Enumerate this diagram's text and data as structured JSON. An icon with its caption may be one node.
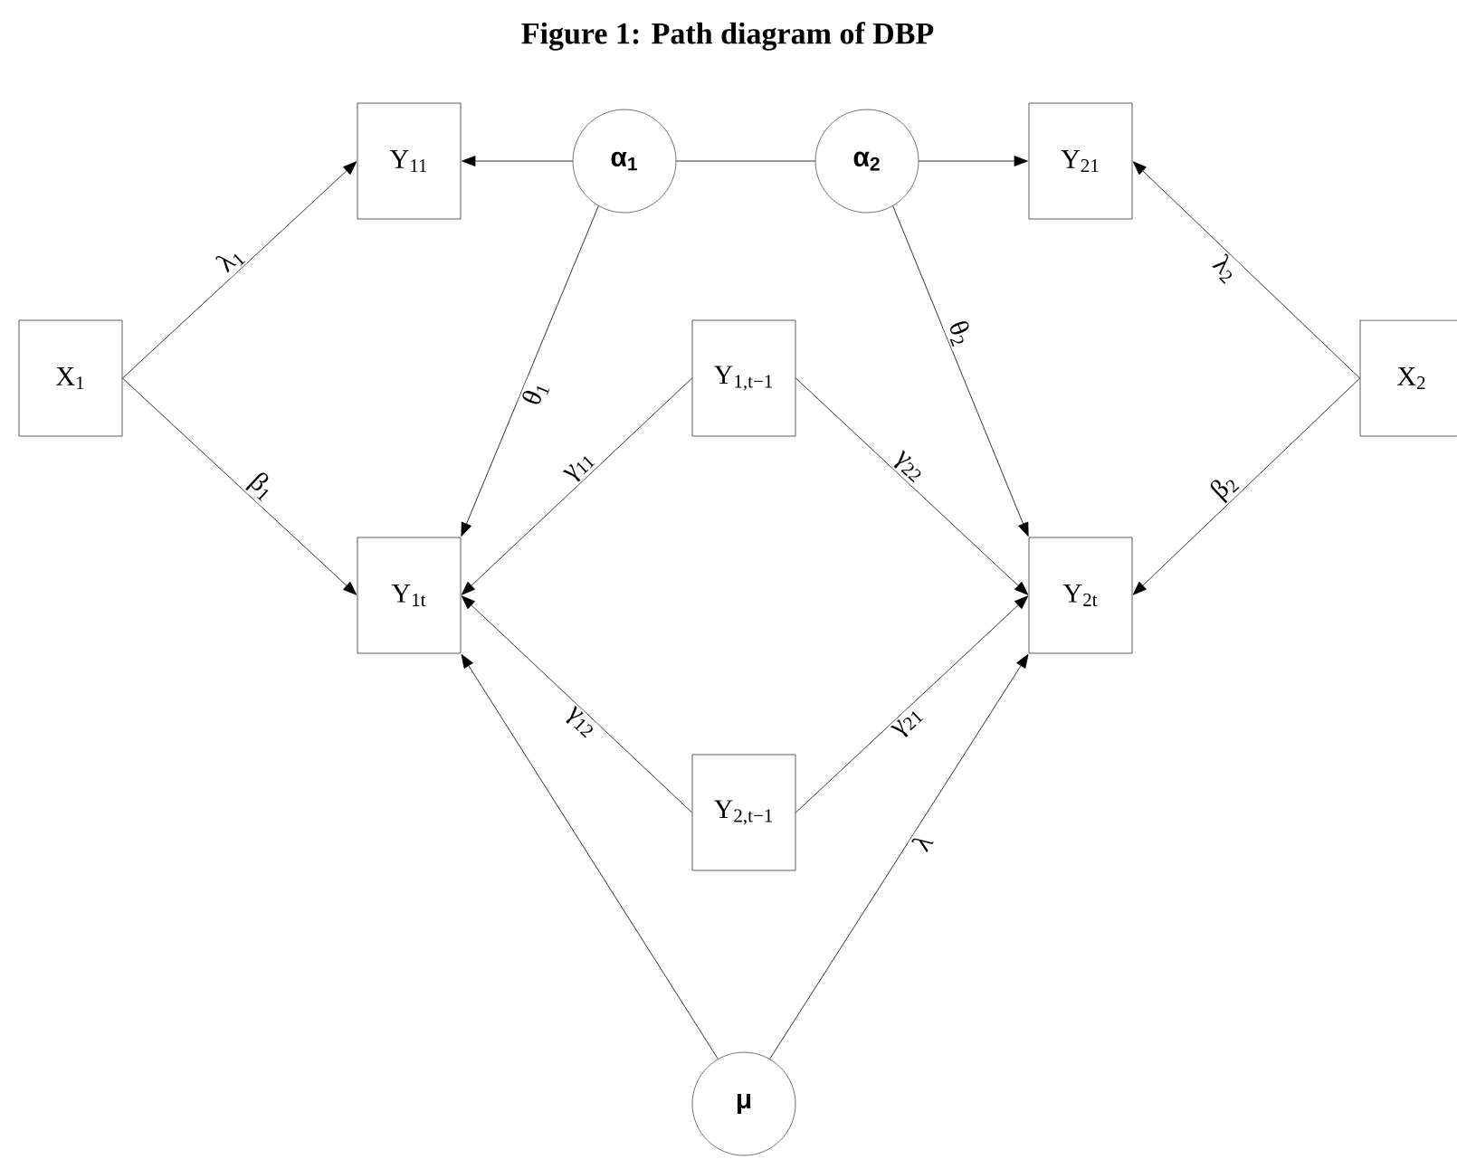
{
  "diagram": {
    "title": "Figure 1: Path diagram of DBP",
    "nodes": [
      {
        "text": [
          "Y$_{11}$"
        ]
      },
      {
        "text": [
          "α$_{1}$"
        ]
      },
      {
        "text": [
          "α$_{2}$"
        ]
      },
      {
        "text": [
          "Y$_{21}$"
        ]
      },
      {
        "text": [
          "X$_{1}$"
        ]
      },
      {
        "text": [
          "Y$_{1,t−1}$"
        ]
      },
      {
        "text": [
          "X$_{2}$"
        ]
      },
      {
        "text": [
          "Y$_{1t}$"
        ]
      },
      {
        "text": [
          "Y$_{2t}$"
        ]
      },
      {
        "text": [
          "Y$_{2,t−1}$"
        ]
      },
      {
        "text": [
          "μ"
        ]
      }
    ],
    "edges": [
      {
        "from": 1,
        "to": 0,
        "arrow": "to"
      },
      {
        "from": 1,
        "to": 2,
        "arrow": "none"
      },
      {
        "from": 2,
        "to": 3,
        "arrow": "to"
      },
      {
        "from": 4,
        "to": 0,
        "arrow": "to",
        "label": "λ$_{1}$"
      },
      {
        "from": 4,
        "to": 7,
        "arrow": "to",
        "label": "β$_{1}$"
      },
      {
        "from": 1,
        "to": 7,
        "arrow": "to",
        "label": "θ$_{1}$"
      },
      {
        "from": 2,
        "to": 8,
        "arrow": "to",
        "label": "θ$_{2}$"
      },
      {
        "from": 6,
        "to": 3,
        "arrow": "to",
        "label": "λ$_{2}$"
      },
      {
        "from": 6,
        "to": 8,
        "arrow": "to",
        "label": "β$_{2}$"
      },
      {
        "from": 5,
        "to": 7,
        "arrow": "to",
        "label": "γ$_{11}$"
      },
      {
        "from": 5,
        "to": 8,
        "arrow": "to",
        "label": "γ$_{22}$"
      },
      {
        "from": 9,
        "to": 7,
        "arrow": "to",
        "label": "γ$_{12}$"
      },
      {
        "from": 9,
        "to": 8,
        "arrow": "to",
        "label": "γ$_{21}$"
      },
      {
        "from": 10,
        "to": 7,
        "arrow": "to"
      },
      {
        "from": 10,
        "to": 8,
        "arrow": "to",
        "label": "λ"
      }
    ]
  }
}
